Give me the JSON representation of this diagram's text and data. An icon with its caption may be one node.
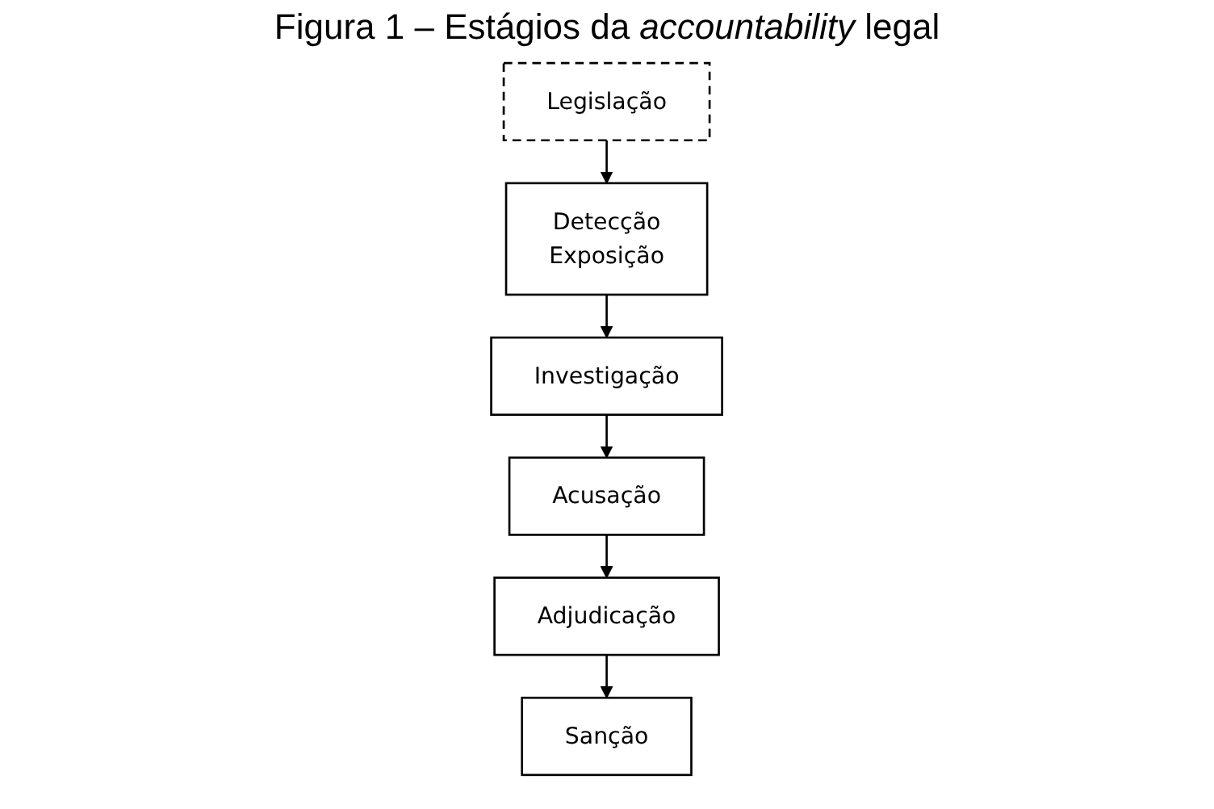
{
  "diagram": {
    "title": "Figura 1 – Estágios da *accountability* legal",
    "nodes": [
      {
        "text": [
          "Legislação"
        ]
      },
      {
        "text": [
          "Detecção",
          "Exposição"
        ]
      },
      {
        "text": [
          "Investigação"
        ]
      },
      {
        "text": [
          "Acusação"
        ]
      },
      {
        "text": [
          "Adjudicação"
        ]
      },
      {
        "text": [
          "Sanção"
        ]
      }
    ],
    "edges": [
      {
        "from": 0,
        "to": 1,
        "arrow": "to"
      },
      {
        "from": 1,
        "to": 2,
        "arrow": "to"
      },
      {
        "from": 2,
        "to": 3,
        "arrow": "to"
      },
      {
        "from": 3,
        "to": 4,
        "arrow": "to"
      },
      {
        "from": 4,
        "to": 5,
        "arrow": "to"
      }
    ]
  }
}
